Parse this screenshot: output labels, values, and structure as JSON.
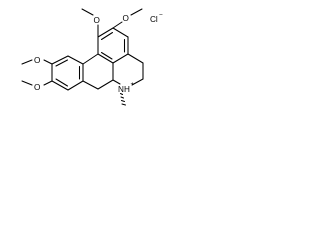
{
  "structure": {
    "substituents": {
      "methoxy_c1": "O",
      "methoxy_c2": "O",
      "methoxy_c10": "O",
      "methoxy_c9": "O"
    },
    "ammonium": {
      "nitrogen": "N",
      "hydrogen": "H",
      "charge": "+"
    },
    "counterion": {
      "symbol": "Cl",
      "charge": "−"
    }
  }
}
